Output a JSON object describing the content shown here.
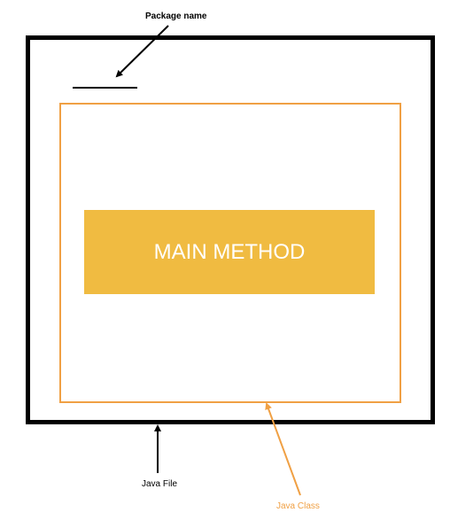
{
  "labels": {
    "package_name": "Package name",
    "main_method": "MAIN METHOD",
    "java_file": "Java File",
    "java_class": "Java Class"
  },
  "colors": {
    "java_file_border": "#000000",
    "java_class_border": "#f0a044",
    "main_method_fill": "#f0bb41",
    "main_method_text": "#ffffff",
    "java_class_label": "#f0a044",
    "arrow_black": "#000000",
    "arrow_orange": "#f0a044"
  }
}
